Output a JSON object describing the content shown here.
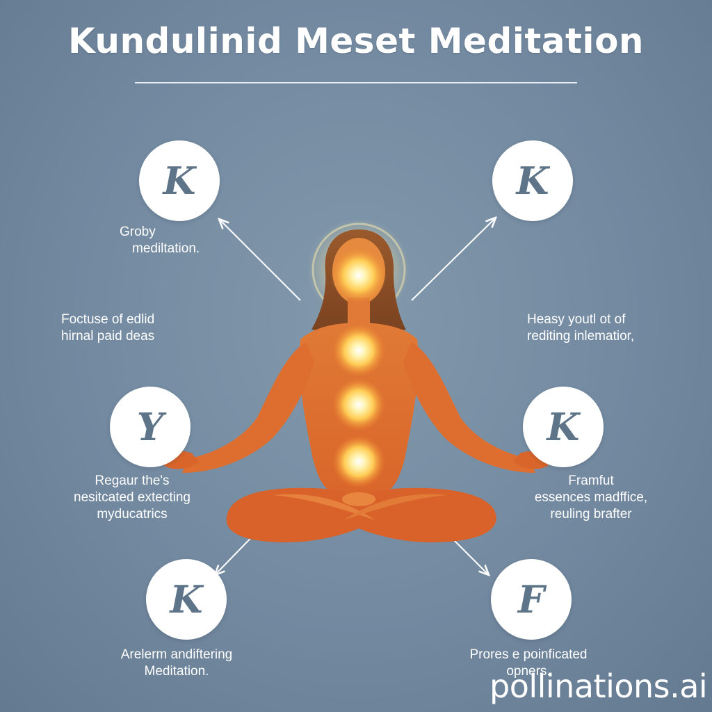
{
  "title": "Kundulinid Meset Meditation",
  "circles": {
    "top_left": "K",
    "top_right": "K",
    "mid_left": "Y",
    "mid_right": "K",
    "bottom_left": "K",
    "bottom_right": "F"
  },
  "labels": {
    "top_left": [
      "Groby",
      "mediltation."
    ],
    "upper_left": [
      "Foctuse of edlid",
      "hirnal paid deas"
    ],
    "upper_right": [
      "Heasy youtl ot of",
      "rediting inlematior,"
    ],
    "mid_left": [
      "Regaur the's",
      "nesitcated extecting",
      "myducatrics"
    ],
    "mid_right": [
      "Framfut",
      "essences madffice,",
      "reuling brafter"
    ],
    "bottom_left": [
      "Arelerm andiftering",
      "Meditation."
    ],
    "bottom_right": [
      "Prores e poinficated",
      "opners."
    ]
  },
  "watermark": "pollinations.ai",
  "colors": {
    "background": "#7389a0",
    "figure": "#e2702e",
    "chakra_glow": "#ffd870",
    "circle_fill": "#ffffff",
    "circle_letter": "#5d7489",
    "text": "#ffffff"
  },
  "chakra_count": 4
}
